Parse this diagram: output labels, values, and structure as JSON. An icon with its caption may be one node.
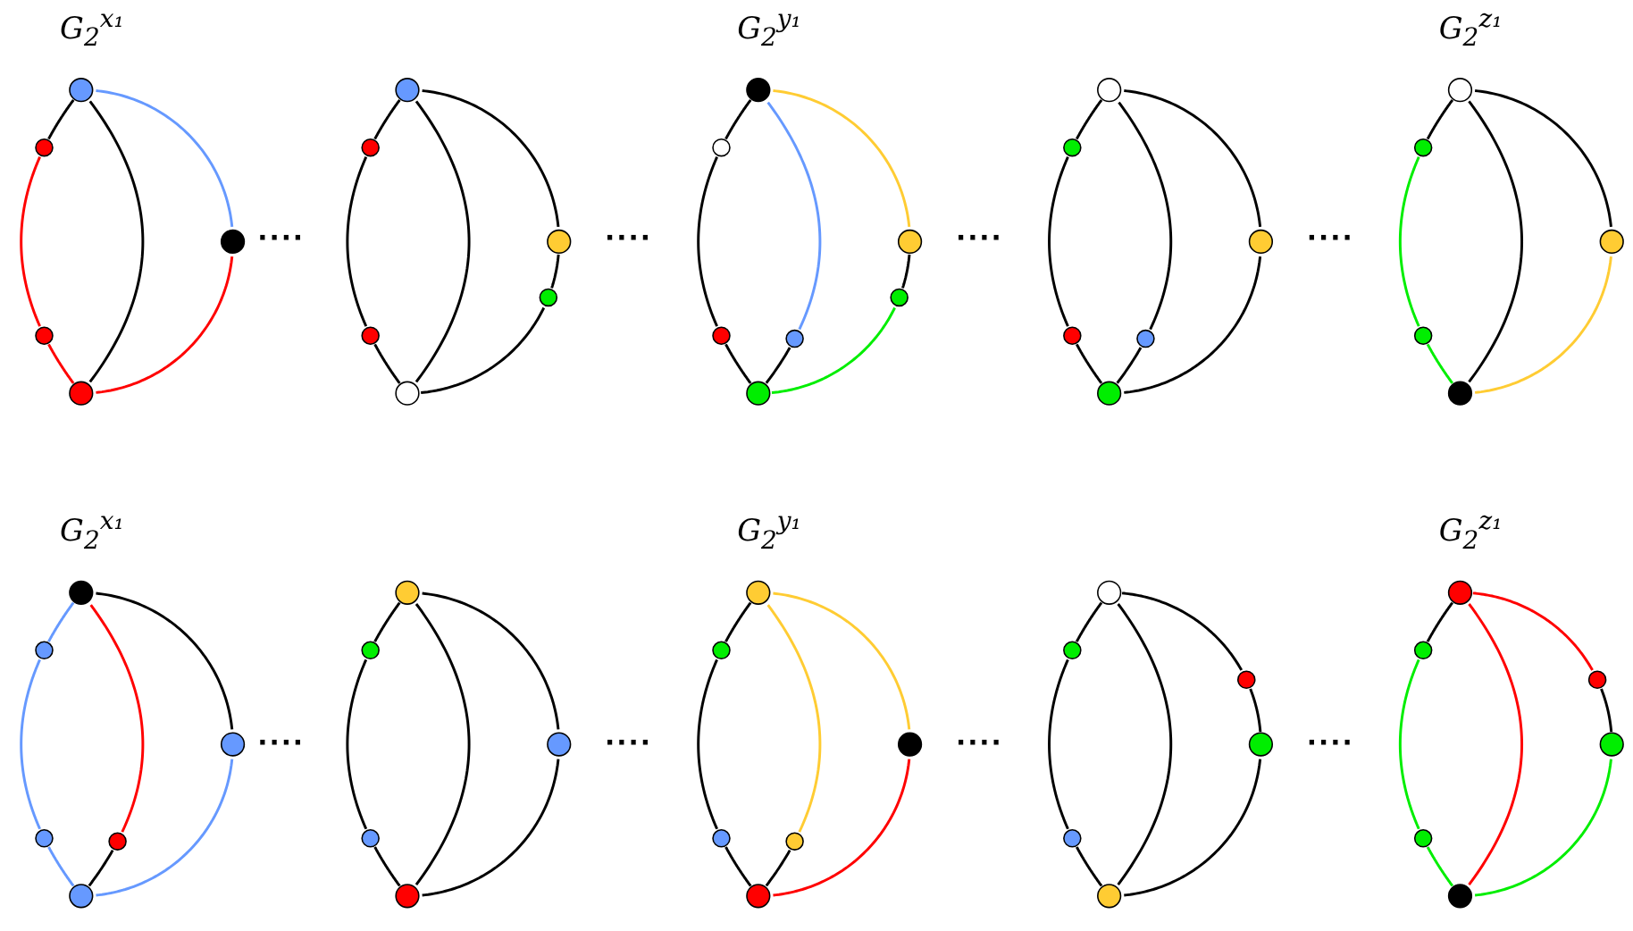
{
  "diagram": {
    "nodes": [
      {
        "text": [],
        "shape": "circle"
      },
      {
        "text": [],
        "shape": "circle"
      },
      {
        "text": [],
        "shape": "circle"
      },
      {
        "text": [],
        "shape": "circle"
      },
      {
        "text": [],
        "shape": "circle"
      },
      {
        "text": [],
        "shape": "circle"
      },
      {
        "text": [],
        "shape": "circle"
      },
      {
        "text": [],
        "shape": "circle"
      },
      {
        "text": [],
        "shape": "circle"
      },
      {
        "text": [],
        "shape": "circle"
      },
      {
        "text": [],
        "shape": "circle"
      },
      {
        "text": [],
        "shape": "circle"
      },
      {
        "text": [],
        "shape": "circle"
      },
      {
        "text": [],
        "shape": "circle"
      },
      {
        "text": [],
        "shape": "circle"
      },
      {
        "text": [],
        "shape": "circle"
      },
      {
        "text": [],
        "shape": "circle"
      },
      {
        "text": [],
        "shape": "circle"
      },
      {
        "text": [],
        "shape": "circle"
      },
      {
        "text": [],
        "shape": "circle"
      },
      {
        "text": [],
        "shape": "circle"
      },
      {
        "text": [],
        "shape": "circle"
      },
      {
        "text": [],
        "shape": "circle"
      },
      {
        "text": [],
        "shape": "circle"
      },
      {
        "text": [],
        "shape": "circle"
      },
      {
        "text": [],
        "shape": "circle"
      },
      {
        "text": [],
        "shape": "circle"
      },
      {
        "text": [],
        "shape": "circle"
      },
      {
        "text": [],
        "shape": "circle"
      },
      {
        "text": [],
        "shape": "circle"
      },
      {
        "text": [],
        "shape": "circle"
      },
      {
        "text": [],
        "shape": "circle"
      },
      {
        "text": [],
        "shape": "circle"
      },
      {
        "text": [],
        "shape": "circle"
      },
      {
        "text": [],
        "shape": "circle"
      },
      {
        "text": [],
        "shape": "circle"
      },
      {
        "text": [],
        "shape": "circle"
      },
      {
        "text": [],
        "shape": "circle"
      },
      {
        "text": [],
        "shape": "circle"
      },
      {
        "text": [],
        "shape": "circle"
      },
      {
        "text": [],
        "shape": "circle"
      },
      {
        "text": [],
        "shape": "circle"
      },
      {
        "text": [],
        "shape": "circle"
      },
      {
        "text": [],
        "shape": "circle"
      },
      {
        "text": [],
        "shape": "circle"
      },
      {
        "text": [],
        "shape": "circle"
      },
      {
        "text": [],
        "shape": "circle"
      },
      {
        "text": [],
        "shape": "circle"
      },
      {
        "text": [],
        "shape": "circle"
      },
      {
        "text": [],
        "shape": "circle"
      },
      {
        "text": [],
        "shape": "circle"
      },
      {
        "text": [],
        "shape": "circle"
      },
      {
        "text": [],
        "shape": "circle"
      },
      {
        "text": [],
        "shape": "circle"
      },
      {
        "text": [],
        "shape": "circle"
      },
      {
        "text": [],
        "shape": "circle"
      },
      {
        "text": [],
        "shape": "circle"
      },
      {
        "text": [],
        "shape": "circle"
      }
    ],
    "edges": [
      {
        "from": 0,
        "to": 1,
        "arrow": "none"
      },
      {
        "from": 1,
        "to": 2,
        "arrow": "none",
        "color": "#ff0000"
      },
      {
        "from": 2,
        "to": 4,
        "arrow": "none",
        "color": "#ff0000"
      },
      {
        "from": 0,
        "to": 4,
        "arrow": "none"
      },
      {
        "from": 0,
        "to": 3,
        "arrow": "none",
        "color": "#6699ff"
      },
      {
        "from": 3,
        "to": 4,
        "arrow": "none",
        "color": "#ff0000"
      },
      {
        "from": 5,
        "to": 6,
        "arrow": "none"
      },
      {
        "from": 6,
        "to": 7,
        "arrow": "none"
      },
      {
        "from": 7,
        "to": 10,
        "arrow": "none"
      },
      {
        "from": 5,
        "to": 10,
        "arrow": "none"
      },
      {
        "from": 5,
        "to": 8,
        "arrow": "none"
      },
      {
        "from": 8,
        "to": 9,
        "arrow": "none"
      },
      {
        "from": 9,
        "to": 10,
        "arrow": "none"
      },
      {
        "from": 11,
        "to": 12,
        "arrow": "none"
      },
      {
        "from": 12,
        "to": 13,
        "arrow": "none"
      },
      {
        "from": 13,
        "to": 17,
        "arrow": "none"
      },
      {
        "from": 11,
        "to": 14,
        "arrow": "none",
        "color": "#6699ff"
      },
      {
        "from": 14,
        "to": 17,
        "arrow": "none"
      },
      {
        "from": 11,
        "to": 15,
        "arrow": "none",
        "color": "#ffcc33"
      },
      {
        "from": 15,
        "to": 16,
        "arrow": "none"
      },
      {
        "from": 16,
        "to": 17,
        "arrow": "none",
        "color": "#00ee00"
      },
      {
        "from": 18,
        "to": 19,
        "arrow": "none"
      },
      {
        "from": 19,
        "to": 20,
        "arrow": "none"
      },
      {
        "from": 20,
        "to": 23,
        "arrow": "none"
      },
      {
        "from": 18,
        "to": 21,
        "arrow": "none"
      },
      {
        "from": 21,
        "to": 23,
        "arrow": "none"
      },
      {
        "from": 18,
        "to": 22,
        "arrow": "none"
      },
      {
        "from": 22,
        "to": 23,
        "arrow": "none"
      },
      {
        "from": 24,
        "to": 25,
        "arrow": "none"
      },
      {
        "from": 25,
        "to": 26,
        "arrow": "none",
        "color": "#00ee00"
      },
      {
        "from": 26,
        "to": 28,
        "arrow": "none",
        "color": "#00ee00"
      },
      {
        "from": 24,
        "to": 28,
        "arrow": "none"
      },
      {
        "from": 24,
        "to": 27,
        "arrow": "none"
      },
      {
        "from": 27,
        "to": 28,
        "arrow": "none",
        "color": "#ffcc33"
      },
      {
        "from": 29,
        "to": 30,
        "arrow": "none",
        "color": "#6699ff"
      },
      {
        "from": 30,
        "to": 31,
        "arrow": "none",
        "color": "#6699ff"
      },
      {
        "from": 31,
        "to": 34,
        "arrow": "none",
        "color": "#6699ff"
      },
      {
        "from": 29,
        "to": 32,
        "arrow": "none",
        "color": "#ff0000"
      },
      {
        "from": 32,
        "to": 34,
        "arrow": "none"
      },
      {
        "from": 29,
        "to": 33,
        "arrow": "none"
      },
      {
        "from": 33,
        "to": 34,
        "arrow": "none",
        "color": "#6699ff"
      },
      {
        "from": 35,
        "to": 36,
        "arrow": "none"
      },
      {
        "from": 36,
        "to": 37,
        "arrow": "none"
      },
      {
        "from": 37,
        "to": 39,
        "arrow": "none"
      },
      {
        "from": 35,
        "to": 39,
        "arrow": "none"
      },
      {
        "from": 35,
        "to": 38,
        "arrow": "none"
      },
      {
        "from": 38,
        "to": 39,
        "arrow": "none"
      },
      {
        "from": 40,
        "to": 41,
        "arrow": "none"
      },
      {
        "from": 41,
        "to": 42,
        "arrow": "none"
      },
      {
        "from": 42,
        "to": 45,
        "arrow": "none"
      },
      {
        "from": 40,
        "to": 43,
        "arrow": "none",
        "color": "#ffcc33"
      },
      {
        "from": 43,
        "to": 45,
        "arrow": "none"
      },
      {
        "from": 40,
        "to": 44,
        "arrow": "none",
        "color": "#ffcc33"
      },
      {
        "from": 44,
        "to": 45,
        "arrow": "none",
        "color": "#ff0000"
      },
      {
        "from": 46,
        "to": 47,
        "arrow": "none"
      },
      {
        "from": 47,
        "to": 48,
        "arrow": "none"
      },
      {
        "from": 48,
        "to": 51,
        "arrow": "none"
      },
      {
        "from": 46,
        "to": 51,
        "arrow": "none"
      },
      {
        "from": 46,
        "to": 49,
        "arrow": "none"
      },
      {
        "from": 49,
        "to": 50,
        "arrow": "none"
      },
      {
        "from": 50,
        "to": 51,
        "arrow": "none"
      },
      {
        "from": 52,
        "to": 53,
        "arrow": "none"
      },
      {
        "from": 53,
        "to": 54,
        "arrow": "none",
        "color": "#00ee00"
      },
      {
        "from": 54,
        "to": 57,
        "arrow": "none",
        "color": "#00ee00"
      },
      {
        "from": 52,
        "to": 57,
        "arrow": "none",
        "color": "#ff0000"
      },
      {
        "from": 52,
        "to": 55,
        "arrow": "none",
        "color": "#ff0000"
      },
      {
        "from": 55,
        "to": 56,
        "arrow": "none"
      },
      {
        "from": 56,
        "to": 57,
        "arrow": "none",
        "color": "#00ee00"
      }
    ],
    "labels": [
      "G$_{2}$$^{x₁}$",
      "G$_{2}$$^{y₁}$",
      "G$_{2}$$^{z₁}$",
      "····",
      "····",
      "····",
      "····",
      "G$_{2}$$^{x₁}$",
      "G$_{2}$$^{y₁}$",
      "G$_{2}$$^{z₁}$",
      "····",
      "····",
      "····",
      "····"
    ]
  }
}
